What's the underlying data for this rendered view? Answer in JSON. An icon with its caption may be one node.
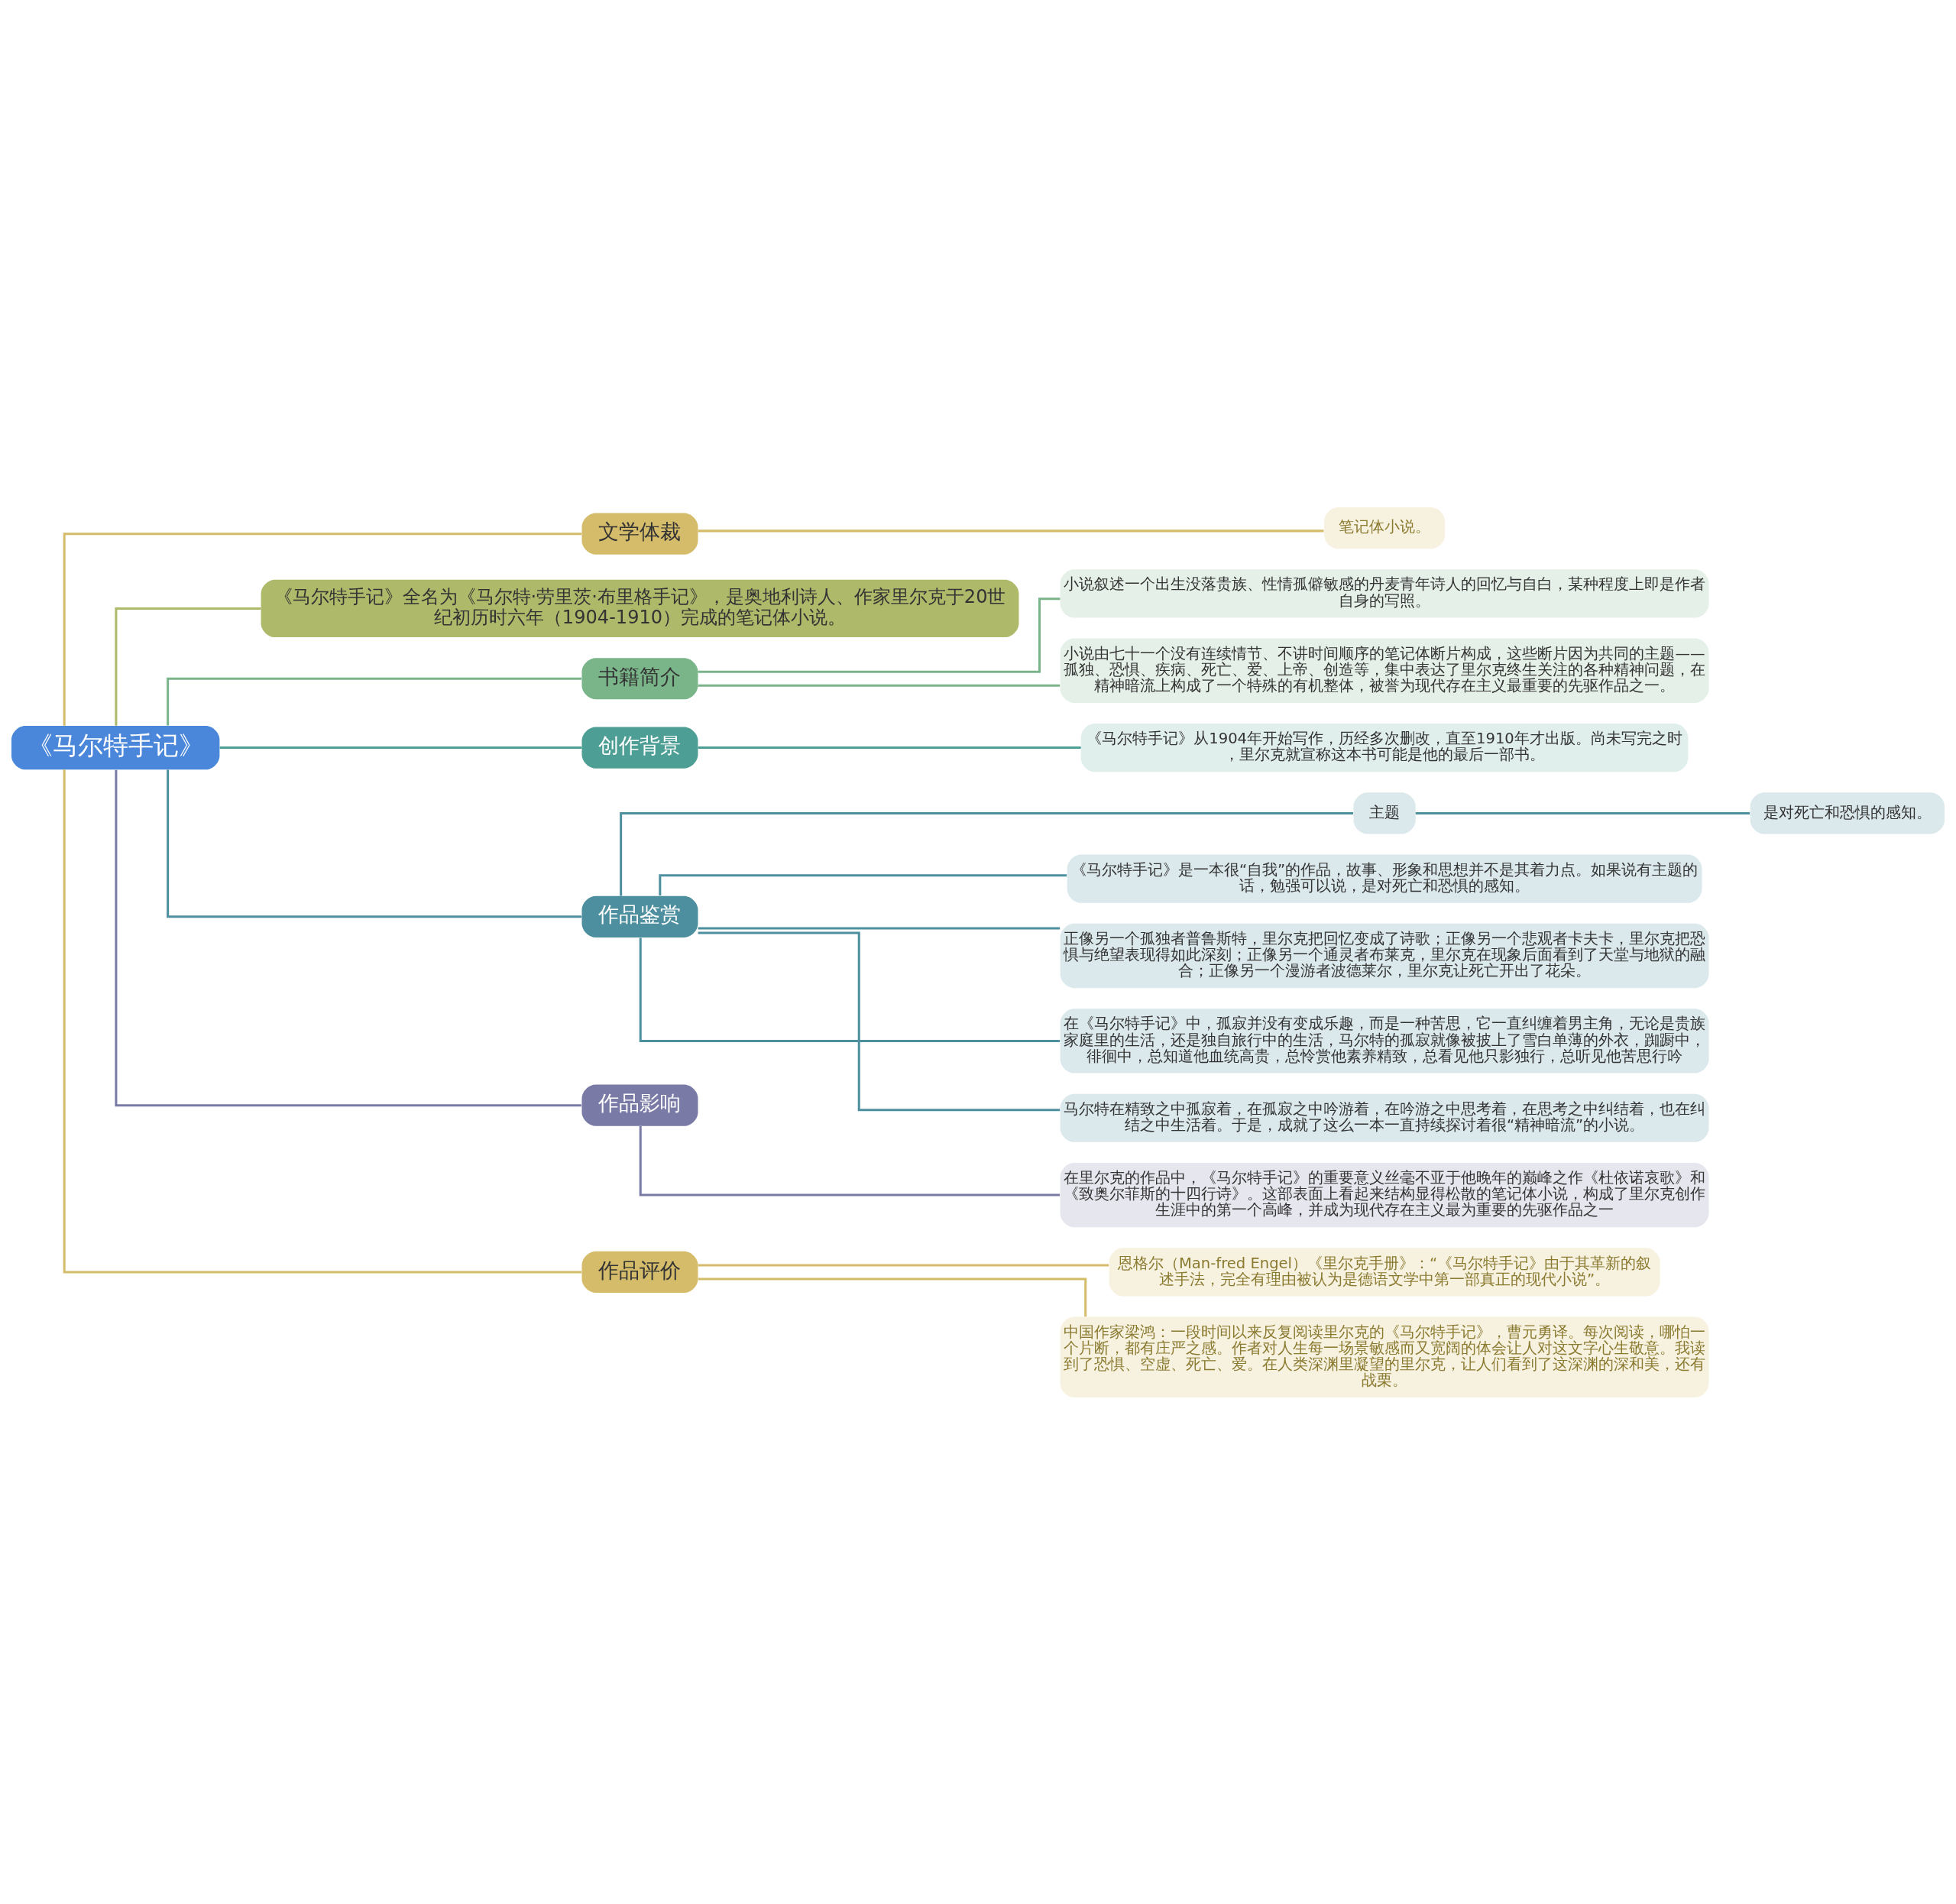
{
  "diagram": {
    "nodes": [
      {
        "text": [
          "《马尔特手记》"
        ]
      },
      {
        "text": [
          "文学体裁"
        ]
      },
      {
        "text": [
          "笔记体小说。"
        ]
      },
      {
        "text": [
          "《马尔特手记》全名为《马尔特·劳里茨·布里格手记》，是奥地利诗人、作家里尔克于20世纪初历时六年（1904-1910）完成的笔记体小说。"
        ]
      },
      {
        "text": [
          "书籍简介"
        ]
      },
      {
        "text": [
          "小说叙述一个出生没落贵族、性情孤僻敏感的丹麦青年诗人的回忆与自白，某种程度上即是作者自身的写照。"
        ]
      },
      {
        "text": [
          "小说由七十一个没有连续情节、不讲时间顺序的笔记体断片构成，这些断片因为共同的主题——孤独、恐惧、疾病、死亡、爱、上帝、创造等，集中表达了里尔克终生关注的各种精神问题，在精神暗流上构成了一个特殊的有机整体，被誉为现代存在主义最重要的先驱作品之一。"
        ]
      },
      {
        "text": [
          "创作背景"
        ]
      },
      {
        "text": [
          "《马尔特手记》从1904年开始写作，历经多次删改，直至1910年才出版。尚未写完之时，里尔克就宣称这本书可能是他的最后一部书。"
        ]
      },
      {
        "text": [
          "作品鉴赏"
        ]
      },
      {
        "text": [
          "主题"
        ]
      },
      {
        "text": [
          "是对死亡和恐惧的感知。"
        ]
      },
      {
        "text": [
          "《马尔特手记》是一本很“自我”的作品，故事、形象和思想并不是其着力点。如果说有主题的话，勉强可以说，是对死亡和恐惧的感知。"
        ]
      },
      {
        "text": [
          "正像另一个孤独者普鲁斯特，里尔克把回忆变成了诗歌；正像另一个悲观者卡夫卡，里尔克把恐惧与绝望表现得如此深刻；正像另一个通灵者布莱克，里尔克在现象后面看到了天堂与地狱的融合；正像另一个漫游者波德莱尔，里尔克让死亡开出了花朵。"
        ]
      },
      {
        "text": [
          "在《马尔特手记》中，孤寂并没有变成乐趣，而是一种苦思，它一直纠缠着男主角，无论是贵族家庭里的生活，还是独自旅行中的生活，马尔特的孤寂就像被披上了雪白单薄的外衣，踟蹰中，徘徊中，总知道他血统高贵，总怜赏他素养精致，总看见他只影独行，总听见他苦思行吟"
        ]
      },
      {
        "text": [
          "马尔特在精致之中孤寂着，在孤寂之中吟游着，在吟游之中思考着，在思考之中纠结着，也在纠结之中生活着。于是，成就了这么一本一直持续探讨着很“精神暗流”的小说。"
        ]
      },
      {
        "text": [
          "作品影响"
        ]
      },
      {
        "text": [
          "在里尔克的作品中，《马尔特手记》的重要意义丝毫不亚于他晚年的巅峰之作《杜依诺哀歌》和《致奥尔菲斯的十四行诗》。这部表面上看起来结构显得松散的笔记体小说，构成了里尔克创作生涯中的第一个高峰，并成为现代存在主义最为重要的先驱作品之一"
        ]
      },
      {
        "text": [
          "作品评价"
        ]
      },
      {
        "text": [
          "恩格尔（Man-fred Engel）《里尔克手册》：“《马尔特手记》由于其革新的叙述手法，完全有理由被认为是德语文学中第一部真正的现代小说”。"
        ]
      },
      {
        "text": [
          "中国作家梁鸿：一段时间以来反复阅读里尔克的《马尔特手记》，曹元勇译。每次阅读，哪怕一个片断，都有庄严之感。作者对人生每一场景敏感而又宽阔的体会让人对这文字心生敬意。我读到了恐惧、空虚、死亡、爱。在人类深渊里凝望的里尔克，让人们看到了这深渊的深和美，还有战栗。"
        ]
      }
    ],
    "edges": [
      {
        "from": 0,
        "to": 1,
        "arrow": "none",
        "color": "#d4bc6a"
      },
      {
        "from": 1,
        "to": 2,
        "arrow": "none",
        "color": "#d4bc6a"
      },
      {
        "from": 0,
        "to": 3,
        "arrow": "none",
        "color": "#aeb96a"
      },
      {
        "from": 0,
        "to": 4,
        "arrow": "none",
        "color": "#7ab58a"
      },
      {
        "from": 4,
        "to": 5,
        "arrow": "none",
        "color": "#7ab58a"
      },
      {
        "from": 4,
        "to": 6,
        "arrow": "none",
        "color": "#7ab58a"
      },
      {
        "from": 0,
        "to": 7,
        "arrow": "none",
        "color": "#4d9e94"
      },
      {
        "from": 7,
        "to": 8,
        "arrow": "none",
        "color": "#4d9e94"
      },
      {
        "from": 0,
        "to": 9,
        "arrow": "none",
        "color": "#4d8f9e"
      },
      {
        "from": 9,
        "to": 10,
        "arrow": "none",
        "color": "#4d8f9e"
      },
      {
        "from": 10,
        "to": 11,
        "arrow": "none",
        "color": "#4d8f9e"
      },
      {
        "from": 9,
        "to": 12,
        "arrow": "none",
        "color": "#4d8f9e"
      },
      {
        "from": 9,
        "to": 13,
        "arrow": "none",
        "color": "#4d8f9e"
      },
      {
        "from": 9,
        "to": 14,
        "arrow": "none",
        "color": "#4d8f9e"
      },
      {
        "from": 9,
        "to": 15,
        "arrow": "none",
        "color": "#4d8f9e"
      },
      {
        "from": 0,
        "to": 16,
        "arrow": "none",
        "color": "#7a7aa6"
      },
      {
        "from": 16,
        "to": 17,
        "arrow": "none",
        "color": "#7a7aa6"
      },
      {
        "from": 0,
        "to": 18,
        "arrow": "none",
        "color": "#d4bc6a"
      },
      {
        "from": 18,
        "to": 19,
        "arrow": "none",
        "color": "#d4bc6a"
      },
      {
        "from": 18,
        "to": 20,
        "arrow": "none",
        "color": "#d4bc6a"
      }
    ]
  }
}
